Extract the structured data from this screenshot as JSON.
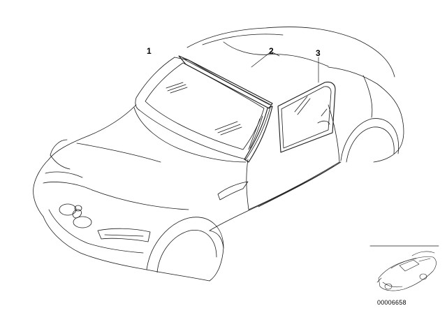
{
  "callouts": [
    {
      "id": "1",
      "label": "1"
    },
    {
      "id": "2",
      "label": "2"
    },
    {
      "id": "3",
      "label": "3"
    }
  ],
  "parts": [
    {
      "callout": "1",
      "part": "windscreen"
    },
    {
      "callout": "2",
      "part": "windscreen-frame-seal"
    },
    {
      "callout": "3",
      "part": "side-window"
    }
  ],
  "document_number": "00006658",
  "colors": {
    "line": "#1a1a1a",
    "background": "#ffffff",
    "label": "#000000"
  }
}
